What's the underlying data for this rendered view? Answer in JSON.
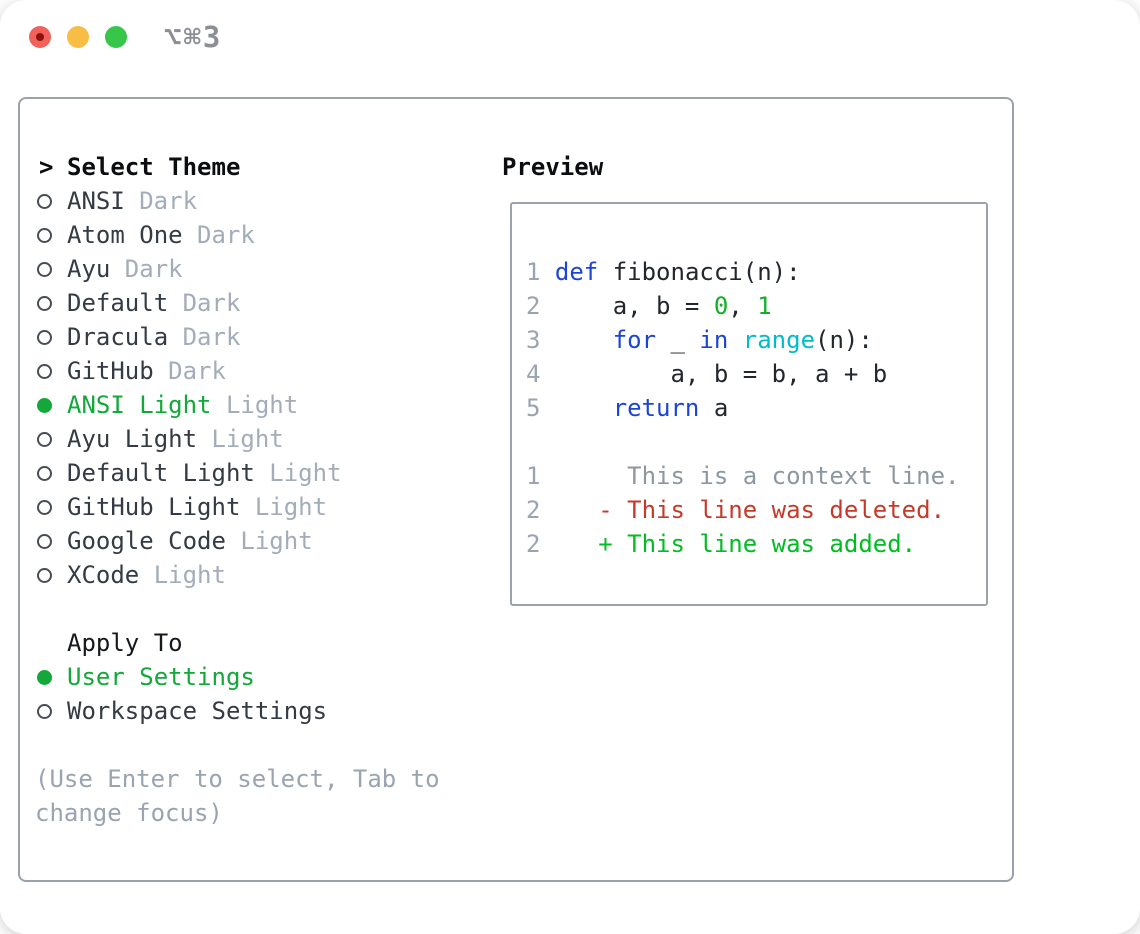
{
  "window": {
    "shortcut_label": "⌥⌘3"
  },
  "theme_panel": {
    "prompt": ">",
    "title": "Select Theme",
    "themes": [
      {
        "name": "ANSI",
        "badge": "Dark",
        "selected": false
      },
      {
        "name": "Atom One",
        "badge": "Dark",
        "selected": false
      },
      {
        "name": "Ayu",
        "badge": "Dark",
        "selected": false
      },
      {
        "name": "Default",
        "badge": "Dark",
        "selected": false
      },
      {
        "name": "Dracula",
        "badge": "Dark",
        "selected": false
      },
      {
        "name": "GitHub",
        "badge": "Dark",
        "selected": false
      },
      {
        "name": "ANSI Light",
        "badge": "Light",
        "selected": true
      },
      {
        "name": "Ayu Light",
        "badge": "Light",
        "selected": false
      },
      {
        "name": "Default Light",
        "badge": "Light",
        "selected": false
      },
      {
        "name": "GitHub Light",
        "badge": "Light",
        "selected": false
      },
      {
        "name": "Google Code",
        "badge": "Light",
        "selected": false
      },
      {
        "name": "XCode",
        "badge": "Light",
        "selected": false
      }
    ],
    "apply_to": {
      "title": "Apply To",
      "options": [
        {
          "label": "User Settings",
          "selected": true
        },
        {
          "label": "Workspace Settings",
          "selected": false
        }
      ]
    },
    "help_text": "(Use Enter to select, Tab to\nchange focus)"
  },
  "preview": {
    "title": "Preview",
    "code_lines": [
      {
        "num": "1",
        "tokens": [
          {
            "t": "def",
            "c": "kw"
          },
          {
            "t": " fibonacci(n):",
            "c": "plain"
          }
        ]
      },
      {
        "num": "2",
        "tokens": [
          {
            "t": "    a, b = ",
            "c": "plain"
          },
          {
            "t": "0",
            "c": "num"
          },
          {
            "t": ", ",
            "c": "plain"
          },
          {
            "t": "1",
            "c": "num"
          }
        ]
      },
      {
        "num": "3",
        "tokens": [
          {
            "t": "    ",
            "c": "plain"
          },
          {
            "t": "for",
            "c": "kw"
          },
          {
            "t": " _ ",
            "c": "plain"
          },
          {
            "t": "in",
            "c": "kw"
          },
          {
            "t": " ",
            "c": "plain"
          },
          {
            "t": "range",
            "c": "builtin"
          },
          {
            "t": "(n):",
            "c": "plain"
          }
        ]
      },
      {
        "num": "4",
        "tokens": [
          {
            "t": "        a, b = b, a + b",
            "c": "plain"
          }
        ]
      },
      {
        "num": "5",
        "tokens": [
          {
            "t": "    ",
            "c": "plain"
          },
          {
            "t": "return",
            "c": "kw"
          },
          {
            "t": " a",
            "c": "plain"
          }
        ]
      }
    ],
    "diff_lines": [
      {
        "num": "1",
        "tokens": [
          {
            "t": "     This is a context line.",
            "c": "ctx"
          }
        ]
      },
      {
        "num": "2",
        "tokens": [
          {
            "t": "   - This line was deleted.",
            "c": "del"
          }
        ]
      },
      {
        "num": "2",
        "tokens": [
          {
            "t": "   + This line was added.",
            "c": "add"
          }
        ]
      }
    ]
  },
  "colors": {
    "accent-green": "#12a83a",
    "kw": "#1b45d2",
    "builtin": "#00bdc9",
    "numlit": "#12b027",
    "ctx": "#8d97a1",
    "del": "#c43a2a",
    "add": "#00bd23",
    "linenum": "#9aa4b0",
    "light-red": "#f2615b",
    "light-red-dot": "#8a120b",
    "light-yellow": "#f8bd45",
    "light-green": "#35c64a",
    "border": "#9aa3ad",
    "text-muted": "#a3adb9",
    "text-help": "#9aa4b1",
    "shortcut": "#8b8f95"
  }
}
